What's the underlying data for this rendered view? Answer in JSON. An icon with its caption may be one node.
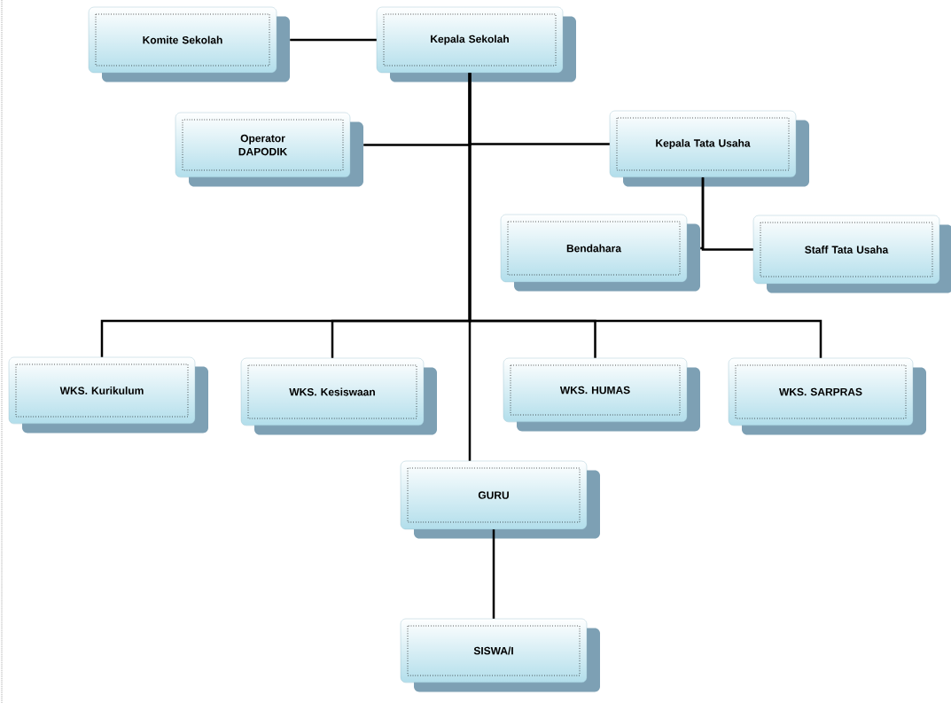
{
  "diagram": {
    "nodes": [
      {
        "text": [
          "Komite Sekolah"
        ]
      },
      {
        "text": [
          "Kepala Sekolah"
        ]
      },
      {
        "text": [
          "Operator DAPODIK"
        ]
      },
      {
        "text": [
          "Kepala Tata Usaha"
        ]
      },
      {
        "text": [
          "Bendahara"
        ]
      },
      {
        "text": [
          "Staff Tata Usaha"
        ]
      },
      {
        "text": [
          "WKS. Kurikulum"
        ]
      },
      {
        "text": [
          "WKS. Kesiswaan"
        ]
      },
      {
        "text": [
          "WKS. HUMAS"
        ]
      },
      {
        "text": [
          "WKS. SARPRAS"
        ]
      },
      {
        "text": [
          "GURU"
        ]
      },
      {
        "text": [
          "SISWA/I"
        ]
      }
    ],
    "edges": [
      {
        "from": 0,
        "to": 1,
        "arrow": "none"
      },
      {
        "from": 1,
        "to": 2,
        "arrow": "none"
      },
      {
        "from": 1,
        "to": 3,
        "arrow": "none"
      },
      {
        "from": 3,
        "to": 4,
        "arrow": "none"
      },
      {
        "from": 3,
        "to": 5,
        "arrow": "none"
      },
      {
        "from": 1,
        "to": 6,
        "arrow": "none"
      },
      {
        "from": 1,
        "to": 7,
        "arrow": "none"
      },
      {
        "from": 1,
        "to": 8,
        "arrow": "none"
      },
      {
        "from": 1,
        "to": 9,
        "arrow": "none"
      },
      {
        "from": 1,
        "to": 10,
        "arrow": "none"
      },
      {
        "from": 10,
        "to": 11,
        "arrow": "none"
      }
    ]
  }
}
